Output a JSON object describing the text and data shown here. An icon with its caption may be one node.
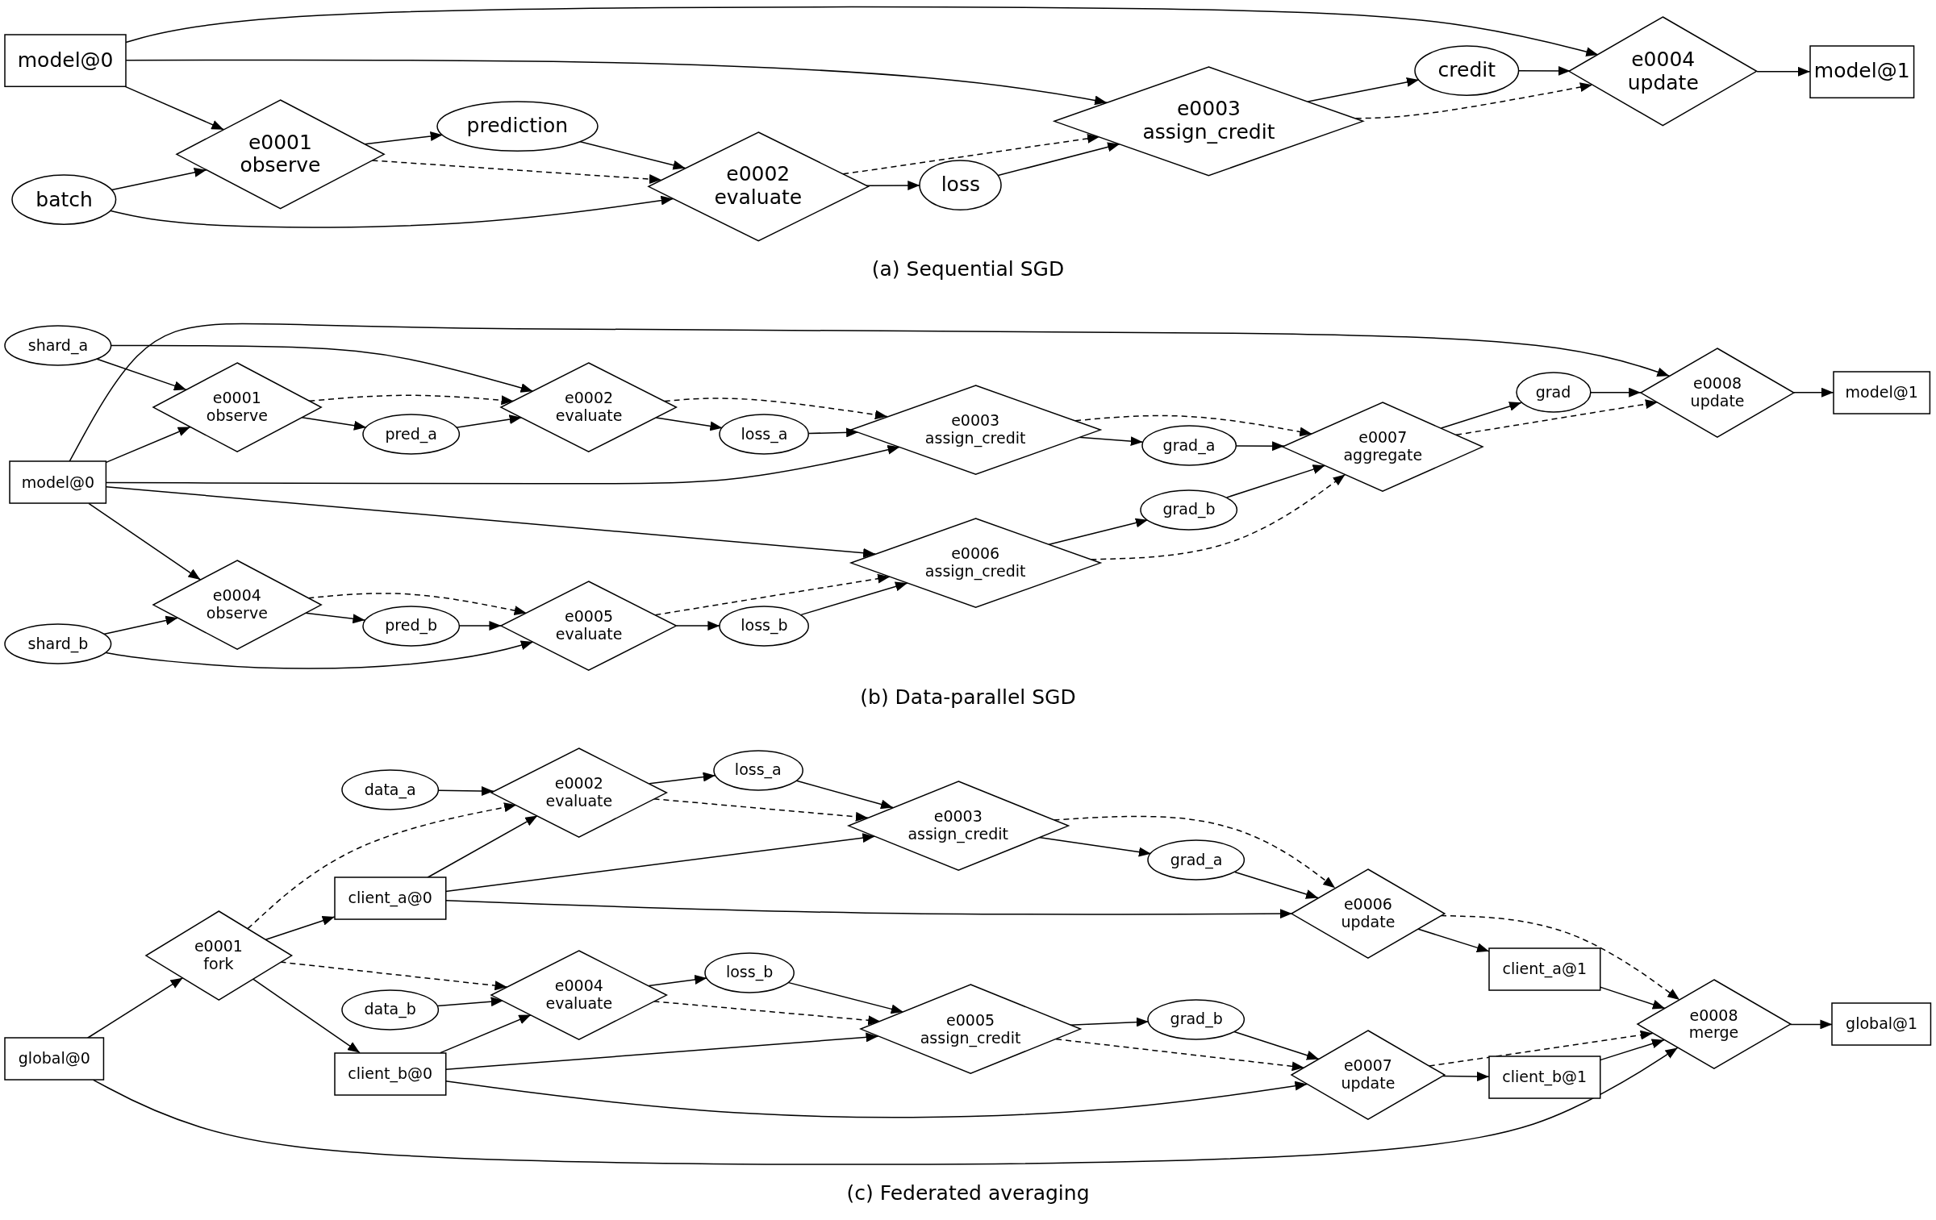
{
  "diagram": {
    "nodes": [
      {
        "text": [
          "model@0"
        ]
      },
      {
        "text": [
          "batch"
        ]
      },
      {
        "text": [
          "e0001 observe"
        ]
      },
      {
        "text": [
          "prediction"
        ]
      },
      {
        "text": [
          "e0002 evaluate"
        ]
      },
      {
        "text": [
          "loss"
        ]
      },
      {
        "text": [
          "e0003 assign_credit"
        ]
      },
      {
        "text": [
          "credit"
        ]
      },
      {
        "text": [
          "e0004 update"
        ]
      },
      {
        "text": [
          "model@1"
        ]
      },
      {
        "text": [
          "shard_a"
        ]
      },
      {
        "text": [
          "model@0"
        ]
      },
      {
        "text": [
          "shard_b"
        ]
      },
      {
        "text": [
          "e0001 observe"
        ]
      },
      {
        "text": [
          "pred_a"
        ]
      },
      {
        "text": [
          "e0002 evaluate"
        ]
      },
      {
        "text": [
          "loss_a"
        ]
      },
      {
        "text": [
          "e0003 assign_credit"
        ]
      },
      {
        "text": [
          "grad_a"
        ]
      },
      {
        "text": [
          "grad"
        ]
      },
      {
        "text": [
          "e0007 aggregate"
        ]
      },
      {
        "text": [
          "e0008 update"
        ]
      },
      {
        "text": [
          "model@1"
        ]
      },
      {
        "text": [
          "e0004 observe"
        ]
      },
      {
        "text": [
          "pred_b"
        ]
      },
      {
        "text": [
          "e0005 evaluate"
        ]
      },
      {
        "text": [
          "loss_b"
        ]
      },
      {
        "text": [
          "e0006 assign_credit"
        ]
      },
      {
        "text": [
          "grad_b"
        ]
      },
      {
        "text": [
          "data_a"
        ]
      },
      {
        "text": [
          "e0002 evaluate"
        ]
      },
      {
        "text": [
          "loss_a"
        ]
      },
      {
        "text": [
          "e0003 assign_credit"
        ]
      },
      {
        "text": [
          "grad_a"
        ]
      },
      {
        "text": [
          "client_a@0"
        ]
      },
      {
        "text": [
          "e0001 fork"
        ]
      },
      {
        "text": [
          "global@0"
        ]
      },
      {
        "text": [
          "e0006 update"
        ]
      },
      {
        "text": [
          "client_a@1"
        ]
      },
      {
        "text": [
          "data_b"
        ]
      },
      {
        "text": [
          "e0004 evaluate"
        ]
      },
      {
        "text": [
          "loss_b"
        ]
      },
      {
        "text": [
          "e0005 assign_credit"
        ]
      },
      {
        "text": [
          "grad_b"
        ]
      },
      {
        "text": [
          "client_b@0"
        ]
      },
      {
        "text": [
          "e0008 merge"
        ]
      },
      {
        "text": [
          "e0007 update"
        ]
      },
      {
        "text": [
          "client_b@1"
        ]
      },
      {
        "text": [
          "global@1"
        ]
      }
    ],
    "edges": [
      {
        "from": 0,
        "to": 8,
        "arrow": "to"
      },
      {
        "from": 0,
        "to": 6,
        "arrow": "to"
      },
      {
        "from": 0,
        "to": 2,
        "arrow": "to"
      },
      {
        "from": 1,
        "to": 2,
        "arrow": "to"
      },
      {
        "from": 1,
        "to": 4,
        "arrow": "to"
      },
      {
        "from": 2,
        "to": 3,
        "arrow": "to"
      },
      {
        "from": 2,
        "to": 4,
        "arrow": "to",
        "style": "dashed"
      },
      {
        "from": 3,
        "to": 4,
        "arrow": "to"
      },
      {
        "from": 4,
        "to": 6,
        "arrow": "to",
        "style": "dashed"
      },
      {
        "from": 4,
        "to": 5,
        "arrow": "to"
      },
      {
        "from": 5,
        "to": 6,
        "arrow": "to"
      },
      {
        "from": 6,
        "to": 7,
        "arrow": "to"
      },
      {
        "from": 6,
        "to": 8,
        "arrow": "to",
        "style": "dashed"
      },
      {
        "from": 7,
        "to": 8,
        "arrow": "to"
      },
      {
        "from": 8,
        "to": 9,
        "arrow": "to"
      },
      {
        "from": 10,
        "to": 13,
        "arrow": "to"
      },
      {
        "from": 10,
        "to": 15,
        "arrow": "to"
      },
      {
        "from": 11,
        "to": 21,
        "arrow": "to"
      },
      {
        "from": 11,
        "to": 13,
        "arrow": "to"
      },
      {
        "from": 11,
        "to": 17,
        "arrow": "to"
      },
      {
        "from": 11,
        "to": 27,
        "arrow": "to"
      },
      {
        "from": 11,
        "to": 23,
        "arrow": "to"
      },
      {
        "from": 13,
        "to": 14,
        "arrow": "to"
      },
      {
        "from": 13,
        "to": 15,
        "arrow": "to",
        "style": "dashed"
      },
      {
        "from": 14,
        "to": 15,
        "arrow": "to"
      },
      {
        "from": 15,
        "to": 16,
        "arrow": "to"
      },
      {
        "from": 15,
        "to": 17,
        "arrow": "to",
        "style": "dashed"
      },
      {
        "from": 16,
        "to": 17,
        "arrow": "to"
      },
      {
        "from": 17,
        "to": 18,
        "arrow": "to"
      },
      {
        "from": 17,
        "to": 20,
        "arrow": "to",
        "style": "dashed"
      },
      {
        "from": 18,
        "to": 20,
        "arrow": "to"
      },
      {
        "from": 20,
        "to": 19,
        "arrow": "to"
      },
      {
        "from": 20,
        "to": 21,
        "arrow": "to",
        "style": "dashed"
      },
      {
        "from": 19,
        "to": 21,
        "arrow": "to"
      },
      {
        "from": 21,
        "to": 22,
        "arrow": "to"
      },
      {
        "from": 12,
        "to": 23,
        "arrow": "to"
      },
      {
        "from": 12,
        "to": 25,
        "arrow": "to"
      },
      {
        "from": 23,
        "to": 24,
        "arrow": "to"
      },
      {
        "from": 23,
        "to": 25,
        "arrow": "to",
        "style": "dashed"
      },
      {
        "from": 24,
        "to": 25,
        "arrow": "to"
      },
      {
        "from": 25,
        "to": 26,
        "arrow": "to"
      },
      {
        "from": 25,
        "to": 27,
        "arrow": "to",
        "style": "dashed"
      },
      {
        "from": 26,
        "to": 27,
        "arrow": "to"
      },
      {
        "from": 27,
        "to": 28,
        "arrow": "to"
      },
      {
        "from": 27,
        "to": 20,
        "arrow": "to",
        "style": "dashed"
      },
      {
        "from": 28,
        "to": 20,
        "arrow": "to"
      },
      {
        "from": 29,
        "to": 30,
        "arrow": "to"
      },
      {
        "from": 35,
        "to": 30,
        "arrow": "to",
        "style": "dashed"
      },
      {
        "from": 34,
        "to": 30,
        "arrow": "to"
      },
      {
        "from": 30,
        "to": 31,
        "arrow": "to"
      },
      {
        "from": 30,
        "to": 32,
        "arrow": "to",
        "style": "dashed"
      },
      {
        "from": 31,
        "to": 32,
        "arrow": "to"
      },
      {
        "from": 34,
        "to": 32,
        "arrow": "to"
      },
      {
        "from": 32,
        "to": 33,
        "arrow": "to"
      },
      {
        "from": 32,
        "to": 37,
        "arrow": "to",
        "style": "dashed"
      },
      {
        "from": 33,
        "to": 37,
        "arrow": "to"
      },
      {
        "from": 34,
        "to": 37,
        "arrow": "to"
      },
      {
        "from": 35,
        "to": 34,
        "arrow": "to"
      },
      {
        "from": 35,
        "to": 40,
        "arrow": "to",
        "style": "dashed"
      },
      {
        "from": 35,
        "to": 44,
        "arrow": "to"
      },
      {
        "from": 36,
        "to": 35,
        "arrow": "to"
      },
      {
        "from": 36,
        "to": 45,
        "arrow": "to"
      },
      {
        "from": 37,
        "to": 38,
        "arrow": "to"
      },
      {
        "from": 37,
        "to": 45,
        "arrow": "to",
        "style": "dashed"
      },
      {
        "from": 38,
        "to": 45,
        "arrow": "to"
      },
      {
        "from": 39,
        "to": 40,
        "arrow": "to"
      },
      {
        "from": 44,
        "to": 40,
        "arrow": "to"
      },
      {
        "from": 40,
        "to": 41,
        "arrow": "to"
      },
      {
        "from": 40,
        "to": 42,
        "arrow": "to",
        "style": "dashed"
      },
      {
        "from": 41,
        "to": 42,
        "arrow": "to"
      },
      {
        "from": 44,
        "to": 42,
        "arrow": "to"
      },
      {
        "from": 42,
        "to": 43,
        "arrow": "to"
      },
      {
        "from": 42,
        "to": 46,
        "arrow": "to",
        "style": "dashed"
      },
      {
        "from": 43,
        "to": 46,
        "arrow": "to"
      },
      {
        "from": 44,
        "to": 46,
        "arrow": "to"
      },
      {
        "from": 46,
        "to": 47,
        "arrow": "to"
      },
      {
        "from": 46,
        "to": 45,
        "arrow": "to",
        "style": "dashed"
      },
      {
        "from": 47,
        "to": 45,
        "arrow": "to"
      },
      {
        "from": 45,
        "to": 48,
        "arrow": "to"
      }
    ],
    "labels": [
      "(a) Sequential SGD",
      "(b) Data-parallel SGD",
      "(c) Federated averaging"
    ]
  }
}
